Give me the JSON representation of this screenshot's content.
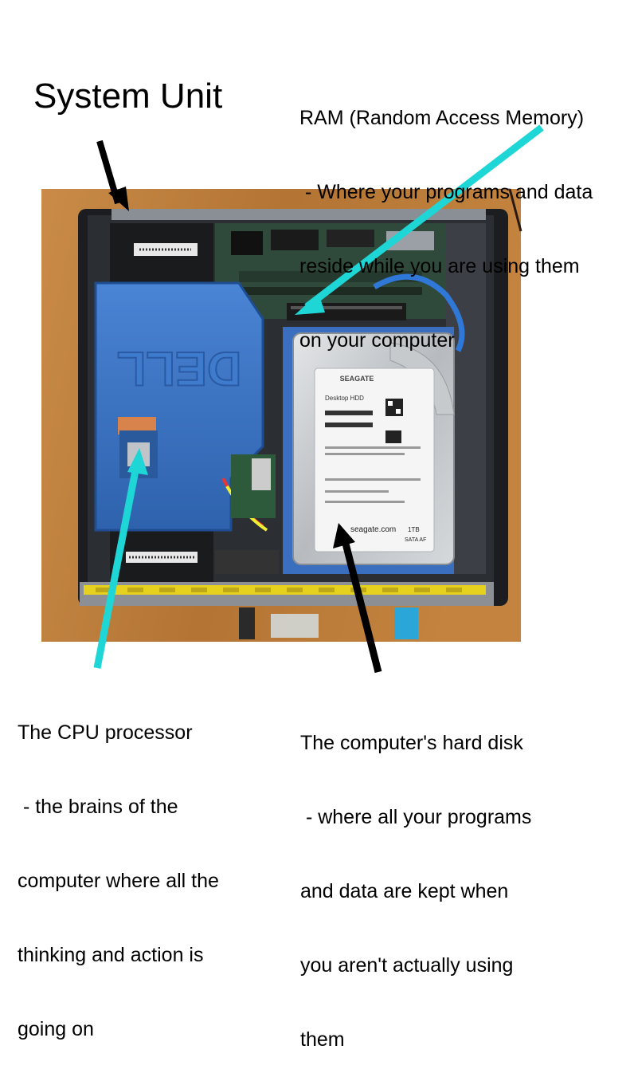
{
  "title": "System Unit",
  "ram_label": {
    "lines": [
      "RAM (Random Access Memory)",
      " - Where your programs and data",
      "reside while you are using them",
      "on your computer"
    ]
  },
  "cpu_label": {
    "lines": [
      "The CPU processor",
      " - the brains of the",
      "computer where all the",
      "thinking and action is",
      "going on"
    ]
  },
  "hdd_label": {
    "lines": [
      "The computer's hard disk",
      " - where all your programs",
      "and data are kept when",
      "you aren't actually using",
      "them"
    ]
  },
  "drive_label": {
    "brand": "SEAGATE",
    "model": "Desktop HDD",
    "website": "seagate.com",
    "capacity": "1TB",
    "interface": "SATA AF"
  },
  "case_logo": "DELL",
  "colors": {
    "cpu_arrow": "#1fd6d6",
    "ram_arrow": "#1fd6d6",
    "pointer_arrow": "#000000",
    "shroud": "#3b74c4",
    "desk": "#b87a3c"
  }
}
